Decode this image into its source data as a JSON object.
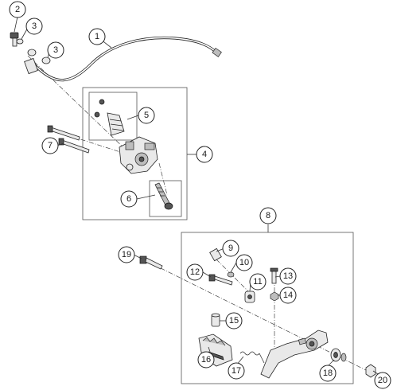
{
  "callouts": [
    "1",
    "2",
    "3",
    "3",
    "4",
    "5",
    "6",
    "7",
    "8",
    "9",
    "10",
    "11",
    "12",
    "13",
    "14",
    "15",
    "16",
    "17",
    "18",
    "19",
    "20"
  ]
}
